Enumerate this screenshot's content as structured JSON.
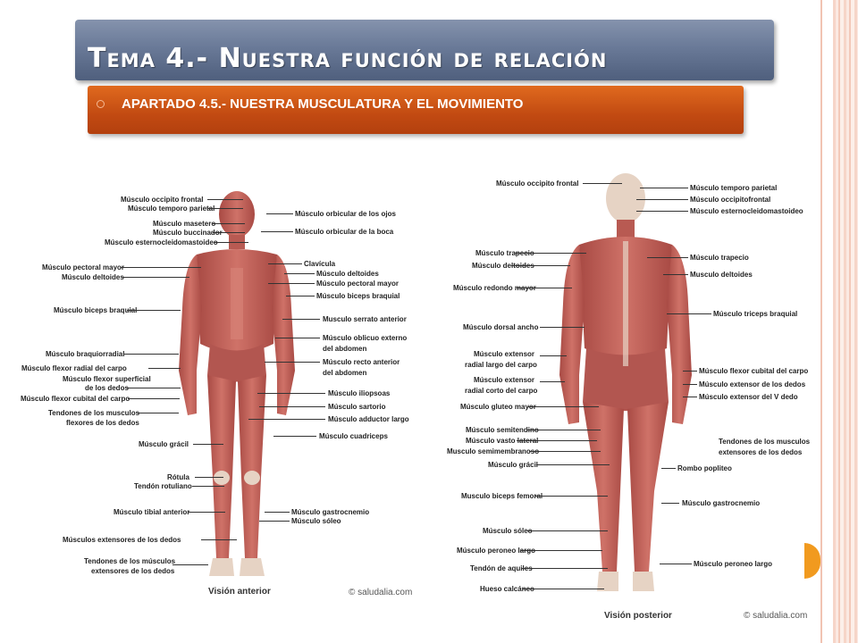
{
  "slide": {
    "title": "Tema 4.- Nuestra función de relación",
    "subtitle": "APARTADO 4.5.- NUESTRA MUSCULATURA Y EL MOVIMIENTO"
  },
  "anterior": {
    "caption": "Visión anterior",
    "copyright": "© saludalia.com",
    "left_labels": [
      "Músculo occipito frontal",
      "Músculo temporo parietal",
      "Músculo masetero",
      "Músculo buccinador",
      "Músculo esternocleidomastoideo",
      "Músculo pectoral mayor",
      "Músculo deltoides",
      "Músculo biceps braquial",
      "Músculo braquiorradial",
      "Músculo flexor radial del carpo",
      "Músculo flexor superficial",
      "de los dedos",
      "Músculo flexor cubital del carpo",
      "Tendones de los musculos",
      "flexores de los dedos",
      "Músculo grácil",
      "Rótula",
      "Tendón rotuliano",
      "Músculo tibial anterior",
      "Músculos extensores de los dedos",
      "Tendones de los músculos",
      "extensores de los dedos"
    ],
    "right_labels": [
      "Músculo orbicular de los ojos",
      "Músculo orbicular de la boca",
      "Clavícula",
      "Músculo deltoides",
      "Músculo pectoral mayor",
      "Músculo biceps braquial",
      "Musculo serrato anterior",
      "Músculo oblicuo externo",
      "del abdomen",
      "Músculo recto anterior",
      "del abdomen",
      "Músculo iliopsoas",
      "Músculo sartorio",
      "Músculo adductor largo",
      "Músculo cuadriceps",
      "Músculo gastrocnemio",
      "Músculo sóleo"
    ]
  },
  "posterior": {
    "caption": "Visión posterior",
    "copyright": "© saludalia.com",
    "left_labels": [
      "Músculo occipito frontal",
      "Músculo trapecio",
      "Músculo deltoides",
      "Músculo redondo mayor",
      "Músculo dorsal ancho",
      "Músculo extensor",
      "radial largo del carpo",
      "Músculo extensor",
      "radial corto del carpo",
      "Músculo gluteo mayor",
      "Músculo semitendino",
      "Músculo vasto lateral",
      "Musculo semimembranoso",
      "Músculo grácil",
      "Musculo biceps femoral",
      "Músculo sóleo",
      "Músculo peroneo largo",
      "Tendón de aquiles",
      "Hueso calcáneo"
    ],
    "right_labels": [
      "Músculo temporo parietal",
      "Músculo occipitofrontal",
      "Músculo esternocleidomastoideo",
      "Músculo trapecio",
      "Musculo deltoides",
      "Músculo triceps braquial",
      "Músculo flexor cubital del carpo",
      "Músculo extensor de los dedos",
      "Músculo extensor del V dedo",
      "Tendones de los musculos",
      "extensores de los dedos",
      "Rombo popliteo",
      "Músculo gastrocnemio",
      "Músculo peroneo largo"
    ]
  },
  "colors": {
    "title_bar": "#6a7a98",
    "subtitle_bar": "#c24a12",
    "muscle": "#c0625a",
    "muscle_dark": "#9e3f3a",
    "tendon": "#e9d4c6",
    "accent_tab": "#f19a1f"
  }
}
